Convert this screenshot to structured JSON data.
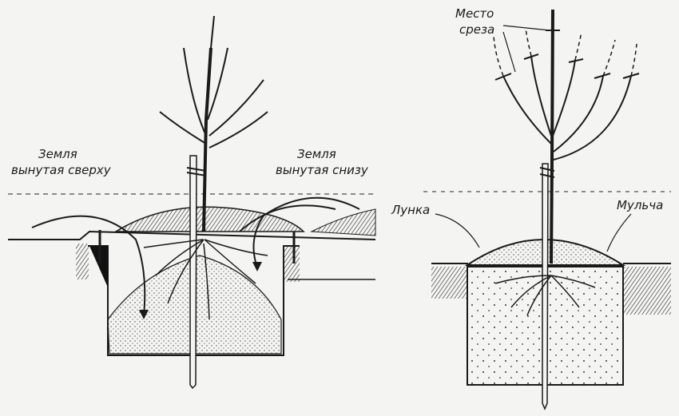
{
  "diagram": {
    "left_panel": {
      "label_soil_top_line1": "Земля",
      "label_soil_top_line2": "вынутая сверху",
      "label_soil_bottom_line1": "Земля",
      "label_soil_bottom_line2": "вынутая снизу"
    },
    "right_panel": {
      "label_cut_line1": "Место",
      "label_cut_line2": "среза",
      "label_hole": "Лунка",
      "label_mulch": "Мульча"
    },
    "colors": {
      "ink": "#1a1a1a",
      "paper": "#f4f4f2"
    }
  }
}
